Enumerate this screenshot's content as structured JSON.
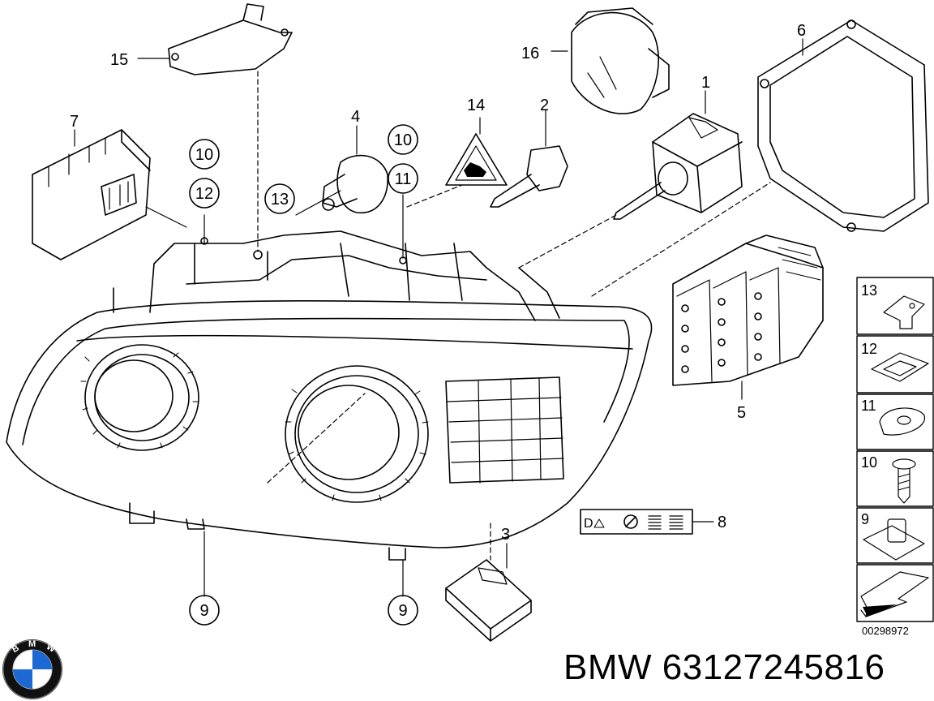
{
  "callouts": {
    "c1": "1",
    "c2": "2",
    "c3": "3",
    "c4": "4",
    "c5": "5",
    "c6": "6",
    "c7": "7",
    "c8": "8",
    "c14": "14",
    "c15": "15",
    "c16": "16"
  },
  "circled": {
    "a10": "10",
    "a12": "12",
    "a13": "13",
    "b10": "10",
    "b11": "11",
    "bottom9a": "9",
    "bottom9b": "9"
  },
  "sidebar": {
    "items": [
      {
        "label": "13",
        "icon": "bracket-clip-icon"
      },
      {
        "label": "12",
        "icon": "spring-clip-icon"
      },
      {
        "label": "11",
        "icon": "gasket-washer-icon"
      },
      {
        "label": "10",
        "icon": "screw-icon"
      },
      {
        "label": "9",
        "icon": "nut-clip-icon"
      },
      {
        "label": "",
        "icon": "arrow-icon"
      }
    ]
  },
  "doc_number": "00298972",
  "brand": {
    "text": "BMW 63127245816",
    "logo_letters": "BMW",
    "logo_colors": {
      "blue": "#1c69d4",
      "black": "#111111",
      "white": "#ffffff"
    }
  }
}
